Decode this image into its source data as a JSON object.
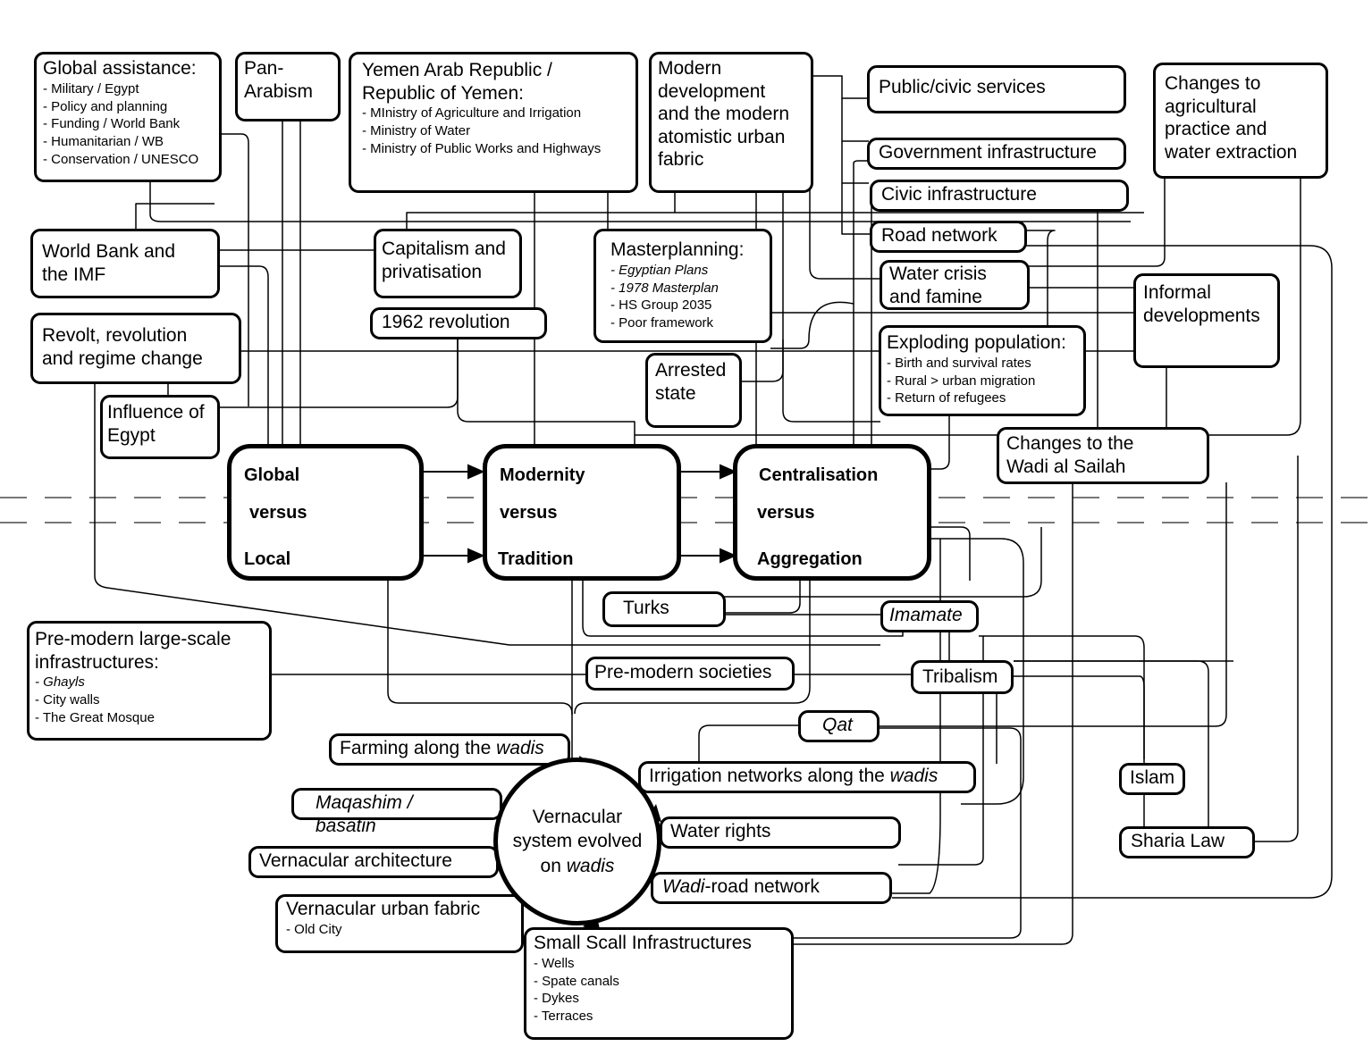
{
  "global_assistance": {
    "title": "Global assistance:",
    "items": [
      "- Military / Egypt",
      "- Policy and planning",
      "- Funding / World Bank",
      "- Humanitarian / WB",
      "- Conservation / UNESCO"
    ]
  },
  "pan_arabism": {
    "line1": "Pan-",
    "line2": "Arabism"
  },
  "yemen_republic": {
    "title1": "Yemen Arab Republic /",
    "title2": "Republic of Yemen:",
    "items": [
      "- MInistry of Agriculture and Irrigation",
      "- Ministry of Water",
      "- Ministry of Public Works and Highways"
    ]
  },
  "modern_development": {
    "lines": [
      "Modern",
      "development",
      "and the modern",
      "atomistic urban",
      "fabric"
    ]
  },
  "public_services": "Public/civic services",
  "government_infrastructure": "Government infrastructure",
  "civic_infrastructure": "Civic infrastructure",
  "road_network": "Road network",
  "agricultural_changes": {
    "lines": [
      "Changes to",
      "agricultural",
      "practice and",
      "water extraction"
    ]
  },
  "world_bank": {
    "line1": "World Bank and",
    "line2": "the IMF"
  },
  "capitalism": {
    "line1": "Capitalism and",
    "line2": "privatisation"
  },
  "masterplanning": {
    "title": "Masterplanning:",
    "items": [
      "- Egyptian Plans",
      "- 1978 Masterplan",
      "- HS Group 2035",
      "- Poor framework"
    ]
  },
  "water_crisis": {
    "line1": "Water crisis",
    "line2": "and famine"
  },
  "informal_developments": {
    "line1": "Informal",
    "line2": "developments"
  },
  "revolt": {
    "line1": "Revolt, revolution",
    "line2": "and regime change"
  },
  "revolution_1962": "1962 revolution",
  "exploding_population": {
    "title": "Exploding population:",
    "items": [
      "- Birth and survival rates",
      "- Rural > urban migration",
      "- Return of refugees"
    ]
  },
  "arrested_state": {
    "line1": "Arrested",
    "line2": "state"
  },
  "influence_egypt": {
    "line1": "Influence of",
    "line2": "Egypt"
  },
  "wadi_sailah": {
    "line1": "Changes to the",
    "line2": "Wadi al Sailah"
  },
  "core": {
    "global": {
      "top": "Global",
      "mid": "versus",
      "bottom": "Local"
    },
    "modernity": {
      "top": "Modernity",
      "mid": "versus",
      "bottom": "Tradition"
    },
    "centralisation": {
      "top": "Centralisation",
      "mid": "versus",
      "bottom": "Aggregation"
    }
  },
  "turks": "Turks",
  "imamate": "Imamate",
  "premodern_infra": {
    "title1": "Pre-modern large-scale",
    "title2": "infrastructures:",
    "items": [
      "- Ghayls",
      "- City walls",
      "- The Great Mosque"
    ]
  },
  "premodern_societies": "Pre-modern societies",
  "tribalism": "Tribalism",
  "qat": "Qat",
  "farming": {
    "text": "Farming along the ",
    "em": "wadis"
  },
  "irrigation": {
    "text": "Irrigation networks along the ",
    "em": "wadis"
  },
  "maqashim": "Maqashim / basatin",
  "islam": "Islam",
  "vernacular_system": {
    "line1": "Vernacular",
    "line2": "system evolved",
    "line3": "on ",
    "em": "wadis"
  },
  "water_rights": "Water rights",
  "sharia": "Sharia Law",
  "vernacular_architecture": "Vernacular architecture",
  "wadi_road": {
    "em": "Wadi",
    "text": "-road network"
  },
  "vernacular_urban": {
    "title": "Vernacular urban fabric",
    "items": [
      "- Old City"
    ]
  },
  "small_infra": {
    "title": "Small Scall Infrastructures",
    "items": [
      "- Wells",
      "- Spate canals",
      "- Dykes",
      "- Terraces"
    ]
  }
}
